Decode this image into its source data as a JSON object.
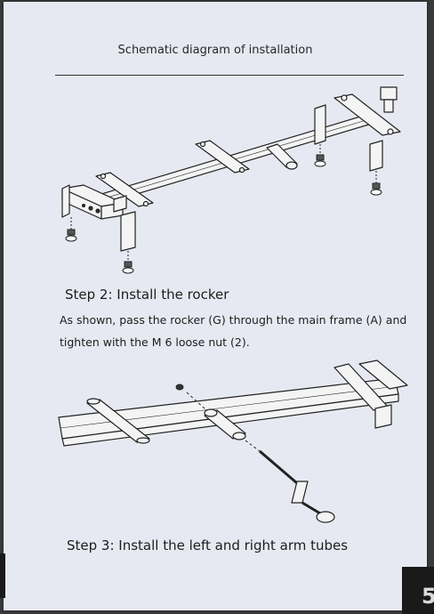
{
  "header": {
    "title": "Schematic diagram of installation"
  },
  "step2": {
    "heading": "Step 2: Install the rocker",
    "text_line1": "As shown, pass the rocker (G) through the main frame (A) and",
    "text_line2": "tighten with the M 6 loose nut (2)."
  },
  "step3": {
    "heading": "Step 3: Install the left and right arm tubes"
  },
  "footer": {
    "page_number": "5"
  }
}
